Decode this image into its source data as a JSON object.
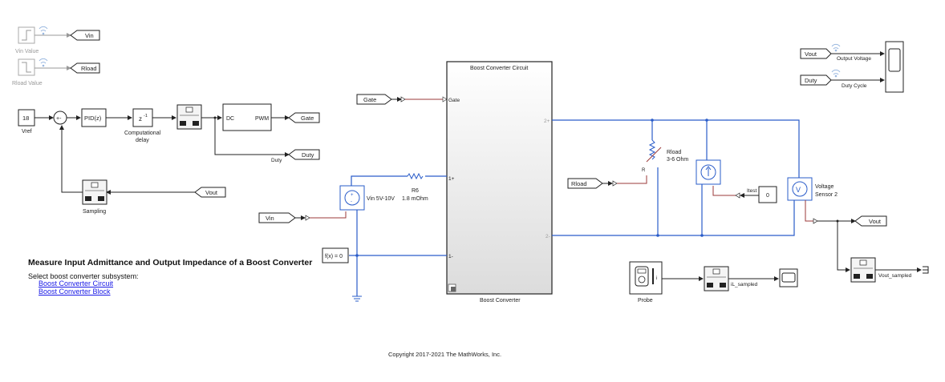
{
  "model": {
    "annotation": {
      "title": "Measure Input Admittance and Output Impedance of a Boost Converter",
      "subtitle": "Select boost converter subsystem:",
      "links": [
        "Boost Converter Circuit",
        "Boost Converter Block"
      ]
    },
    "copyright": "Copyright 2017-2021 The MathWorks, Inc.",
    "sources": {
      "vin_value": "Vin Value",
      "rload_value": "Rload Value",
      "vin_goto": "Vin",
      "rload_goto": "Rload"
    },
    "controller": {
      "vref_value": "18",
      "vref_label": "Vref",
      "sum_signs": "+-",
      "pid_label": "PID(z)",
      "delay_label": "z",
      "delay_exp": "-1",
      "delay_caption_1": "Computational",
      "delay_caption_2": "delay",
      "pwm_in": "DC",
      "pwm_out": "PWM",
      "gate_goto": "Gate",
      "duty_goto": "Duty",
      "duty_signal": "Duty",
      "sampling_label": "Sampling",
      "vout_from": "Vout"
    },
    "circuit": {
      "gate_from": "Gate",
      "subsystem_title": "Boost Converter Circuit",
      "subsystem_name": "Boost Converter",
      "port_gate": "Gate",
      "port_1p": "1+",
      "port_1m": "1-",
      "port_2p": "2+",
      "port_2m": "2-",
      "vin_from": "Vin",
      "vsource_label": "Vin 5V-10V",
      "r6_name": "R6",
      "r6_value": "1.8 mOhm",
      "solver": "f(x) = 0",
      "rload_from": "Rload",
      "rload_name": "Rload",
      "rload_value": "3-6 Ohm",
      "rload_port": "R",
      "itest_label": "Itest",
      "itest_value": "0",
      "vsensor_label_1": "Voltage",
      "vsensor_label_2": "Sensor 2",
      "vout_goto": "Vout",
      "vout_sampled": "Vout_sampled"
    },
    "probe": {
      "label": "Probe",
      "port": "i",
      "signal": "iL_sampled"
    },
    "scope": {
      "vout_from": "Vout",
      "duty_from": "Duty",
      "sig1": "Output Voltage",
      "sig2": "Duty Cycle"
    }
  }
}
